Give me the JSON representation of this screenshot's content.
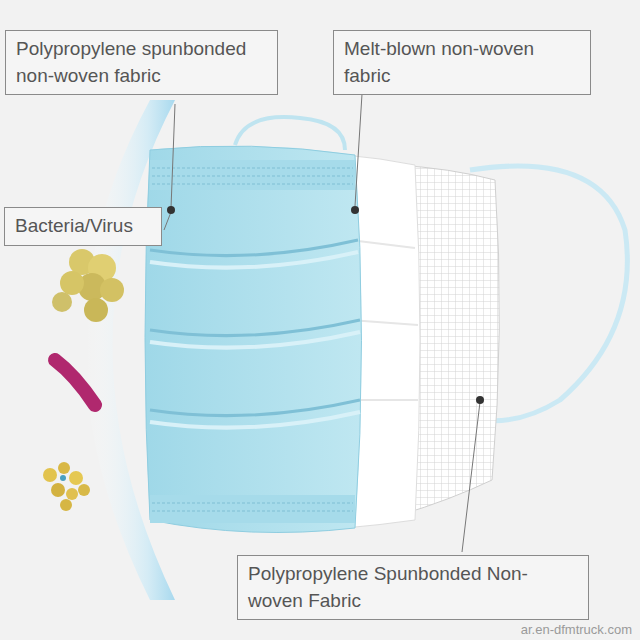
{
  "diagram": {
    "nodes": [
      {
        "text": [
          "Polypropylene spunbonded non-woven fabric"
        ]
      },
      {
        "text": [
          "Melt-blown non-woven fabric"
        ]
      },
      {
        "text": [
          "Bacteria/Virus"
        ]
      },
      {
        "text": [
          "Polypropylene Spunbonded Non-woven Fabric"
        ]
      }
    ],
    "labels": [
      "ar.en-dfmtruck.com"
    ]
  }
}
